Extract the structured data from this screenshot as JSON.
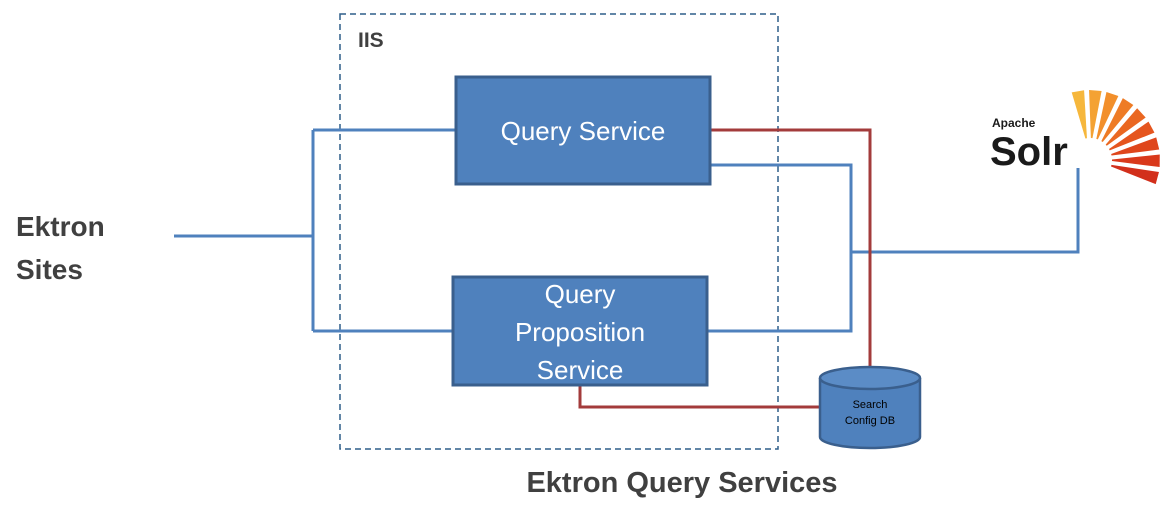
{
  "container": {
    "label": "IIS"
  },
  "services": {
    "query_service": {
      "label": "Query Service"
    },
    "query_proposition_service": {
      "label_lines": [
        "Query",
        "Proposition",
        "Service"
      ]
    }
  },
  "database": {
    "label_lines": [
      "Search",
      "Config DB"
    ]
  },
  "ektron_sites": {
    "label_lines": [
      "Ektron",
      "Sites"
    ]
  },
  "solr_logo": {
    "small_text": "Apache",
    "big_text": "Solr"
  },
  "footer": {
    "caption": "Ektron Query Services"
  },
  "colors": {
    "box_fill": "#4f81bd",
    "box_border": "#3a5f8d",
    "blue_connector": "#4f81bd",
    "red_connector": "#a33b3b",
    "dark_text": "#404040"
  },
  "icons": {
    "database": "cylinder-database-icon",
    "solr": "apache-solr-sunburst-logo"
  }
}
